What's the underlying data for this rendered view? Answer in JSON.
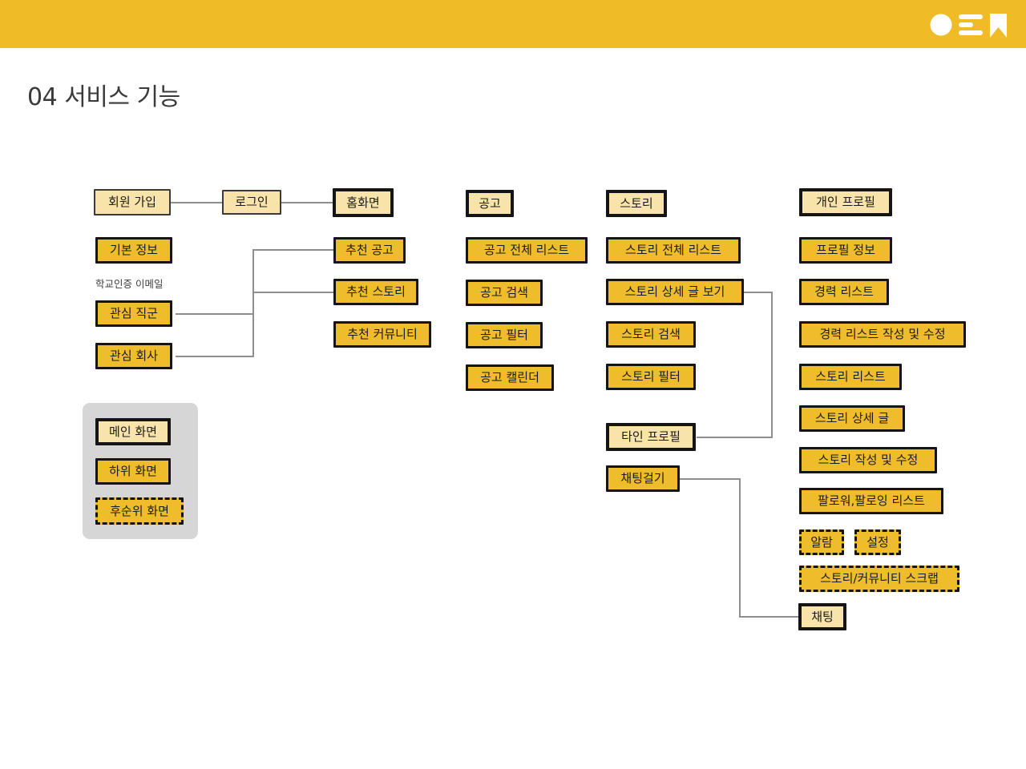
{
  "header": {
    "background_color": "#EFBB26",
    "logo_name": "brand-logo"
  },
  "slide": {
    "title": "04 서비스 기능",
    "title_color": "#3a3a3a"
  },
  "colors": {
    "main_screen_fill": "#F8E4AB",
    "sub_screen_fill": "#EFBD2B",
    "border": "#151515",
    "connector": "#8e8e8e",
    "legend_panel": "#d6d6d6"
  },
  "legend": {
    "items": [
      {
        "label": "메인 화면",
        "type": "main"
      },
      {
        "label": "하위 화면",
        "type": "sub"
      },
      {
        "label": "후순위 화면",
        "type": "low"
      }
    ]
  },
  "annotations": [
    {
      "text": "학교인증 이메일"
    }
  ],
  "columns": [
    {
      "name": "onboarding",
      "nodes": [
        {
          "label": "회원 가입",
          "type": "entry"
        },
        {
          "label": "로그인",
          "type": "entry"
        },
        {
          "label": "홈화면",
          "type": "main"
        },
        {
          "label": "기본 정보",
          "type": "sub"
        },
        {
          "label": "관심 직군",
          "type": "sub"
        },
        {
          "label": "관심 회사",
          "type": "sub"
        },
        {
          "label": "추천 공고",
          "type": "sub"
        },
        {
          "label": "추천 스토리",
          "type": "sub"
        },
        {
          "label": "추천 커뮤니티",
          "type": "sub"
        }
      ]
    },
    {
      "name": "notice",
      "nodes": [
        {
          "label": "공고",
          "type": "main"
        },
        {
          "label": "공고 전체 리스트",
          "type": "sub"
        },
        {
          "label": "공고 검색",
          "type": "sub"
        },
        {
          "label": "공고 필터",
          "type": "sub"
        },
        {
          "label": "공고 캘린더",
          "type": "sub"
        }
      ]
    },
    {
      "name": "story",
      "nodes": [
        {
          "label": "스토리",
          "type": "main"
        },
        {
          "label": "스토리 전체 리스트",
          "type": "sub"
        },
        {
          "label": "스토리 상세 글 보기",
          "type": "sub"
        },
        {
          "label": "스토리 검색",
          "type": "sub"
        },
        {
          "label": "스토리 필터",
          "type": "sub"
        },
        {
          "label": "타인 프로필",
          "type": "main"
        },
        {
          "label": "채팅걸기",
          "type": "sub"
        }
      ]
    },
    {
      "name": "profile",
      "nodes": [
        {
          "label": "개인 프로필",
          "type": "main"
        },
        {
          "label": "프로필 정보",
          "type": "sub"
        },
        {
          "label": "경력 리스트",
          "type": "sub"
        },
        {
          "label": "경력 리스트 작성 및 수정",
          "type": "sub"
        },
        {
          "label": "스토리 리스트",
          "type": "sub"
        },
        {
          "label": "스토리 상세 글",
          "type": "sub"
        },
        {
          "label": "스토리 작성 및 수정",
          "type": "sub"
        },
        {
          "label": "팔로워,팔로잉 리스트",
          "type": "sub"
        },
        {
          "label": "알람",
          "type": "low"
        },
        {
          "label": "설정",
          "type": "low"
        },
        {
          "label": "스토리/커뮤니티 스크랩",
          "type": "low"
        },
        {
          "label": "채팅",
          "type": "main"
        }
      ]
    }
  ]
}
